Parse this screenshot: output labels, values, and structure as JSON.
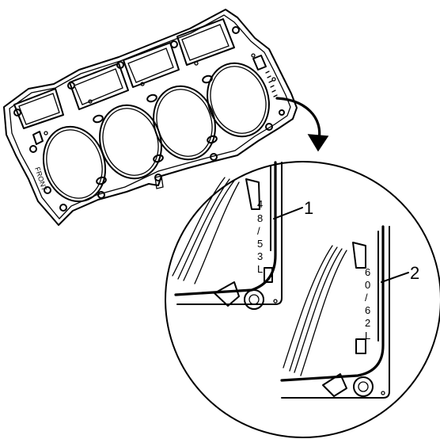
{
  "gasket": {
    "front_text": "FRONT"
  },
  "detail_1": {
    "callout": "1",
    "stamp_chars": [
      "4",
      "8",
      "/",
      "5",
      "3",
      "L"
    ]
  },
  "detail_2": {
    "callout": "2",
    "stamp_chars": [
      "6",
      "0",
      "/",
      "6",
      "2",
      "L"
    ]
  },
  "colors": {
    "ink": "#000000",
    "paper": "#ffffff"
  }
}
